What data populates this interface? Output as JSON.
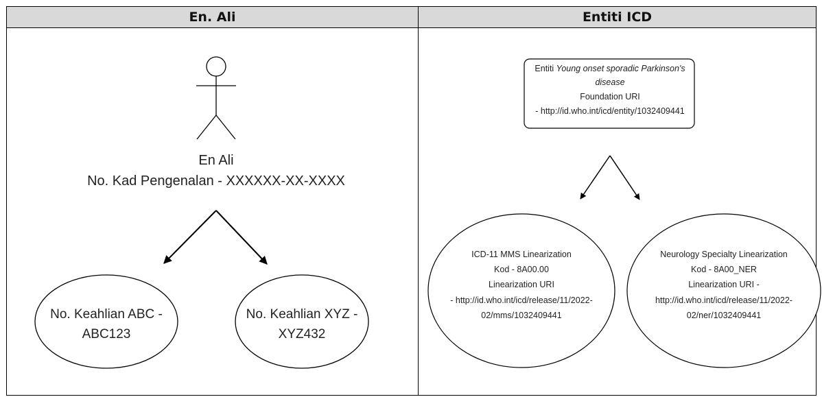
{
  "headers": {
    "left": "En. Ali",
    "right": "Entiti ICD"
  },
  "person": {
    "name": "En Ali",
    "id_line": "No. Kad Pengenalan - XXXXXX-XX-XXXX",
    "memberships": [
      {
        "line1": "No. Keahlian ABC -",
        "line2": "ABC123"
      },
      {
        "line1": "No. Keahlian XYZ -",
        "line2": "XYZ432"
      }
    ]
  },
  "entity": {
    "prefix": "Entiti ",
    "name_italic_1": "Young onset sporadic Parkinson's",
    "name_italic_2": "disease",
    "uri_label": "Foundation URI",
    "uri": "-  http://id.who.int/icd/entity/1032409441"
  },
  "linearizations": [
    {
      "title": "ICD-11 MMS Linearization",
      "code": "Kod - 8A00.00",
      "uri_label": "Linearization URI",
      "uri_1": "- http://id.who.int/icd/release/11/2022-",
      "uri_2": "02/mms/1032409441"
    },
    {
      "title": "Neurology Specialty Linearization",
      "code": "Kod - 8A00_NER",
      "uri_label": "Linearization URI -",
      "uri_1": "http://id.who.int/icd/release/11/2022-",
      "uri_2": "02/ner/1032409441"
    }
  ]
}
